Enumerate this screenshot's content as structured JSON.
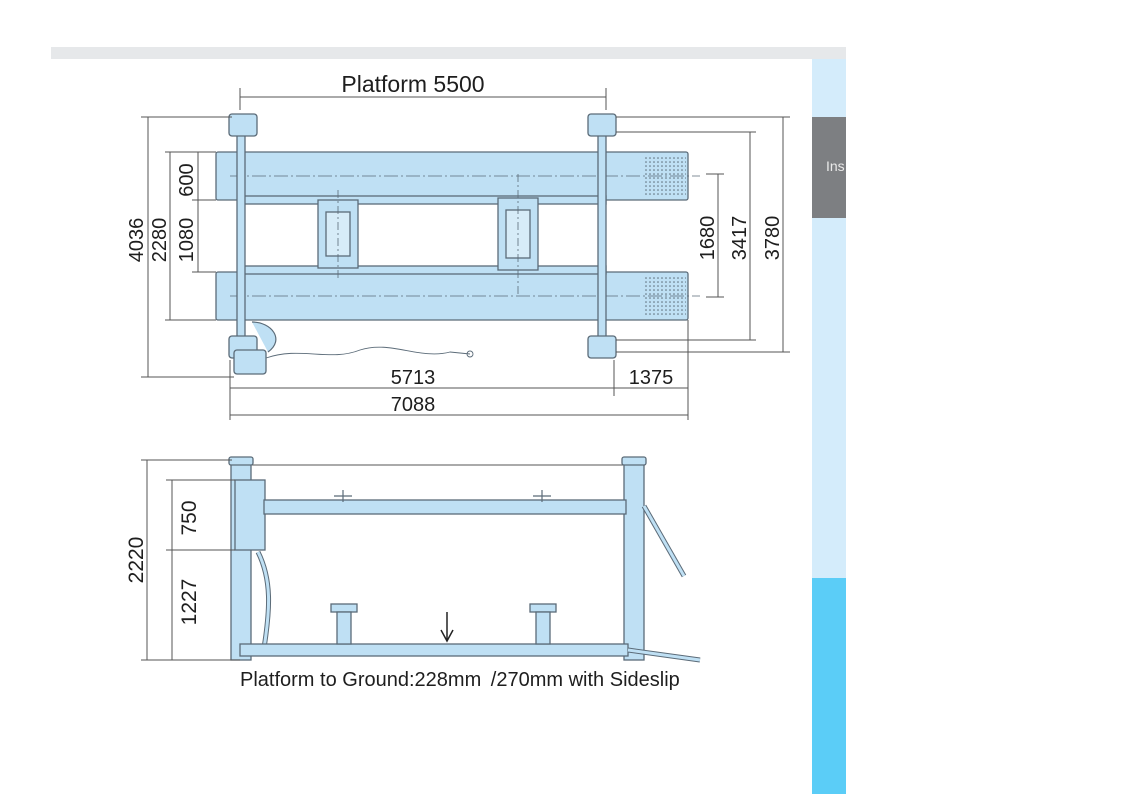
{
  "sidebar": {
    "tab_label": "Ins"
  },
  "top_view": {
    "platform_label": "Platform 5500",
    "dims": {
      "left_outer": "4036",
      "left_mid": "2280",
      "left_inner": "1080",
      "left_top": "600",
      "right_inner": "1680",
      "right_mid": "3417",
      "right_outer": "3780",
      "bottom_a": "5713",
      "bottom_b": "1375",
      "bottom_total": "7088"
    }
  },
  "side_view": {
    "dims": {
      "height_total": "2220",
      "upper": "750",
      "lower": "1227"
    },
    "caption": {
      "prefix": "Platform to Ground:",
      "value1": "228",
      "unit1": "mm",
      "sep": " /",
      "value2": "270",
      "suffix": "mm with Sideslip"
    }
  },
  "colors": {
    "structure": "#bfe0f4",
    "sidebar": "#d4ecfb",
    "accent": "#5bcdf7",
    "tab": "#7d7f82"
  }
}
